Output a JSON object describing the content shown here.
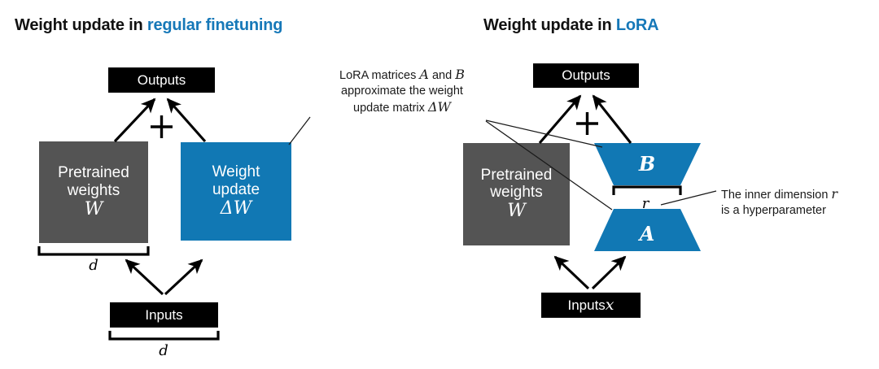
{
  "panels": {
    "left": {
      "title_prefix": "Weight update in ",
      "title_accent": "regular finetuning",
      "outputs_label": "Outputs",
      "plus_symbol": "+",
      "pretrained_line1": "Pretrained",
      "pretrained_line2": "weights",
      "pretrained_symbol": "W",
      "update_line1": "Weight",
      "update_line2": "update",
      "update_symbol": "ΔW",
      "inputs_label": "Inputs",
      "bracket_weights_label": "d",
      "bracket_inputs_label": "d"
    },
    "right": {
      "title_prefix": "Weight update in ",
      "title_accent": "LoRA",
      "outputs_label": "Outputs",
      "plus_symbol": "+",
      "pretrained_line1": "Pretrained",
      "pretrained_line2": "weights",
      "pretrained_symbol": "W",
      "matrix_b_label": "B",
      "matrix_a_label": "A",
      "bracket_r_label": "r",
      "inputs_label": "Inputs ",
      "inputs_symbol": "x"
    }
  },
  "annotations": {
    "lora_note_line1_a": "LoRA matrices ",
    "lora_note_line1_b": "A",
    "lora_note_line1_c": " and ",
    "lora_note_line1_d": "B",
    "lora_note_line2": "approximate the weight",
    "lora_note_line3_a": "update matrix ",
    "lora_note_line3_b": "ΔW",
    "r_note_line1_a": "The inner dimension ",
    "r_note_line1_b": "r",
    "r_note_line2": "is a hyperparameter"
  },
  "colors": {
    "accent_blue": "#1678b8",
    "box_blue": "#1178b4",
    "box_grey": "#545454",
    "box_black": "#000000",
    "text_black": "#111111",
    "background": "#ffffff"
  }
}
